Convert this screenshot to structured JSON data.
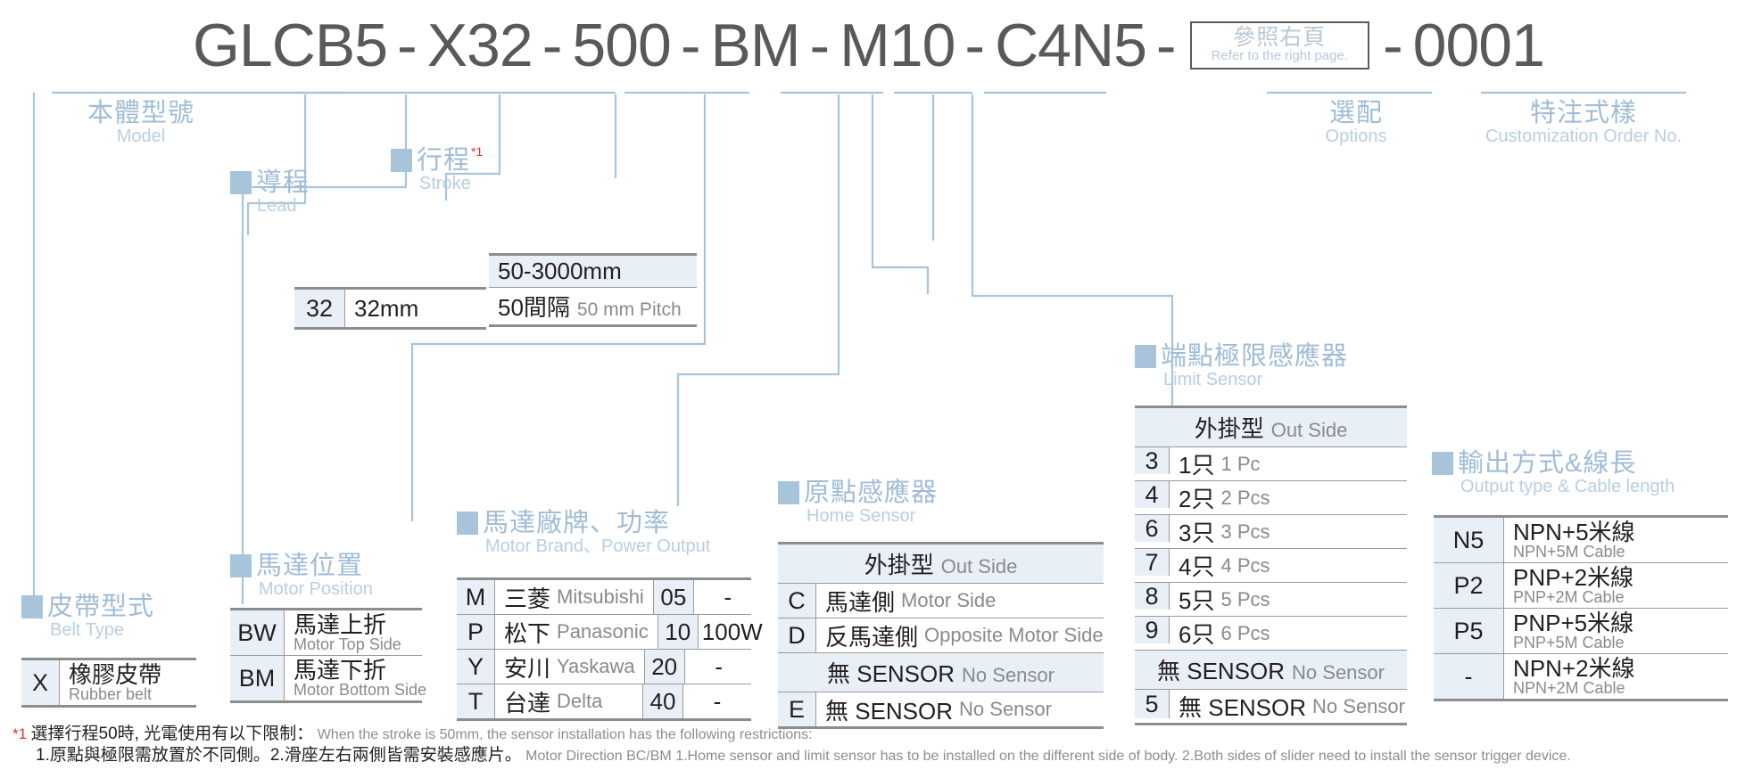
{
  "code": {
    "tokens": [
      "GLCB5",
      "X32",
      "500",
      "BM",
      "M10",
      "C4N5"
    ],
    "dash": "-",
    "box": {
      "zh": "參照右頁",
      "en": "Refer to the right page."
    },
    "last": "0001"
  },
  "sections": {
    "model": {
      "zh": "本體型號",
      "en": "Model"
    },
    "lead": {
      "zh": "導程",
      "en": "Lead"
    },
    "stroke": {
      "zh": "行程",
      "en": "Stroke",
      "star": "*1"
    },
    "options": {
      "zh": "選配",
      "en": "Options"
    },
    "custom": {
      "zh": "特注式樣",
      "en": "Customization Order No."
    },
    "limit": {
      "zh": "端點極限感應器",
      "en": "Limit Sensor"
    },
    "output": {
      "zh": "輸出方式&線長",
      "en": "Output type & Cable length"
    },
    "home": {
      "zh": "原點感應器",
      "en": "Home Sensor"
    },
    "motor": {
      "zh": "馬達廠牌、功率",
      "en": "Motor Brand、Power Output"
    },
    "position": {
      "zh": "馬達位置",
      "en": "Motor Position"
    },
    "belt": {
      "zh": "皮帶型式",
      "en": "Belt Type"
    }
  },
  "tables": {
    "lead": {
      "rows": [
        {
          "key": "32",
          "zh": "32mm",
          "en": ""
        }
      ]
    },
    "stroke": {
      "rows": [
        {
          "zh": "50-3000mm",
          "en": "",
          "hi": true
        },
        {
          "zh": "50間隔",
          "en": "50 mm Pitch",
          "hi": false
        }
      ]
    },
    "belt": {
      "rows": [
        {
          "key": "X",
          "zh": "橡膠皮帶",
          "en": "Rubber belt"
        }
      ]
    },
    "position": {
      "rows": [
        {
          "key": "BW",
          "zh": "馬達上折",
          "en": "Motor Top Side"
        },
        {
          "key": "BM",
          "zh": "馬達下折",
          "en": "Motor Bottom Side"
        }
      ]
    },
    "motor": {
      "rows": [
        {
          "key": "M",
          "zh": "三菱",
          "en": "Mitsubishi",
          "pw": "05",
          "w": "-"
        },
        {
          "key": "P",
          "zh": "松下",
          "en": "Panasonic",
          "pw": "10",
          "w": "100W"
        },
        {
          "key": "Y",
          "zh": "安川",
          "en": "Yaskawa",
          "pw": "20",
          "w": "-"
        },
        {
          "key": "T",
          "zh": "台達",
          "en": "Delta",
          "pw": "40",
          "w": "-"
        }
      ]
    },
    "home": {
      "head1": {
        "zh": "外掛型",
        "en": "Out Side"
      },
      "rows1": [
        {
          "key": "C",
          "zh": "馬達側",
          "en": "Motor Side"
        },
        {
          "key": "D",
          "zh": "反馬達側",
          "en": "Opposite Motor Side"
        }
      ],
      "head2": {
        "zh": "無 SENSOR",
        "en": "No Sensor"
      },
      "rows2": [
        {
          "key": "E",
          "zh": "無 SENSOR",
          "en": "No Sensor"
        }
      ]
    },
    "limit": {
      "head1": {
        "zh": "外掛型",
        "en": "Out Side"
      },
      "rows1": [
        {
          "key": "3",
          "zh": "1只",
          "en": "1 Pc"
        },
        {
          "key": "4",
          "zh": "2只",
          "en": "2 Pcs"
        },
        {
          "key": "6",
          "zh": "3只",
          "en": "3 Pcs"
        },
        {
          "key": "7",
          "zh": "4只",
          "en": "4 Pcs"
        },
        {
          "key": "8",
          "zh": "5只",
          "en": "5 Pcs"
        },
        {
          "key": "9",
          "zh": "6只",
          "en": "6 Pcs"
        }
      ],
      "head2": {
        "zh": "無 SENSOR",
        "en": "No Sensor"
      },
      "rows2": [
        {
          "key": "5",
          "zh": "無 SENSOR",
          "en": "No Sensor"
        }
      ]
    },
    "output": {
      "rows": [
        {
          "key": "N5",
          "zh": "NPN+5米線",
          "en": "NPN+5M Cable"
        },
        {
          "key": "P2",
          "zh": "PNP+2米線",
          "en": "PNP+2M Cable"
        },
        {
          "key": "P5",
          "zh": "PNP+5米線",
          "en": "PNP+5M Cable"
        },
        {
          "key": "-",
          "zh": "NPN+2米線",
          "en": "NPN+2M Cable"
        }
      ]
    }
  },
  "footnote": {
    "mark": "*1",
    "line1_zh": "選擇行程50時, 光電使用有以下限制：",
    "line1_en": "When the stroke is 50mm, the sensor installation has  the following restrictions:",
    "line2_zh": "1.原點與極限需放置於不同側。2.滑座左右兩側皆需安裝感應片。",
    "line2_en": "Motor Direction BC/BM 1.Home sensor and limit sensor has to be installed on the different side of body.  2.Both sides of slider need to install the sensor trigger device."
  },
  "colors": {
    "accent": "#a8c4da",
    "caption_zh": "#9fbcd6",
    "caption_en": "#b8cee0",
    "text": "#231f20",
    "sub": "#8a8a8a",
    "code": "#58595b",
    "key_bg": "#e8eff7",
    "red": "#e03030"
  }
}
